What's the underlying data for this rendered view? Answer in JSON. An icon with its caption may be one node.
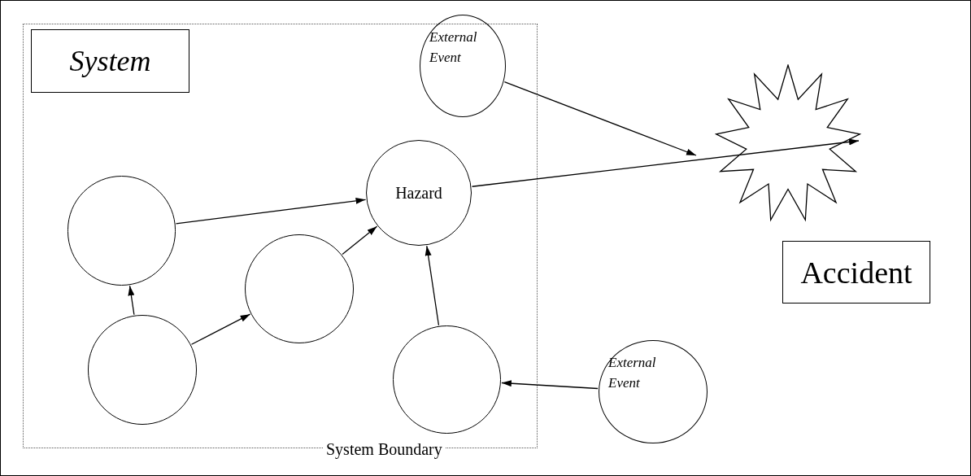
{
  "diagram": {
    "nodes": [
      {
        "text": [
          "System Boundary"
        ]
      },
      {
        "text": [
          "System"
        ],
        "in": 0
      },
      {
        "text": [
          "External Event"
        ]
      },
      {
        "text": [
          "Hazard"
        ],
        "in": 0
      },
      {
        "text": [],
        "shape": "star"
      },
      {
        "text": [],
        "shape": "circle",
        "in": 0
      },
      {
        "text": [
          "Accident"
        ]
      },
      {
        "text": [],
        "shape": "circle",
        "in": 0
      },
      {
        "text": [],
        "shape": "circle",
        "in": 0
      },
      {
        "text": [],
        "shape": "circle",
        "in": 0
      },
      {
        "text": [
          "External Event"
        ]
      }
    ],
    "edges": [
      {
        "from": 5,
        "to": 3,
        "arrow": "to"
      },
      {
        "from": 9,
        "to": 5,
        "arrow": "to"
      },
      {
        "from": 9,
        "to": 7,
        "arrow": "to"
      },
      {
        "from": 7,
        "to": 3,
        "arrow": "to"
      },
      {
        "from": 8,
        "to": 3,
        "arrow": "to"
      },
      {
        "from": 3,
        "to": 4,
        "arrow": "to"
      },
      {
        "from": 2,
        "to": null,
        "arrow": "to"
      },
      {
        "from": 10,
        "to": 8,
        "arrow": "to"
      }
    ]
  }
}
